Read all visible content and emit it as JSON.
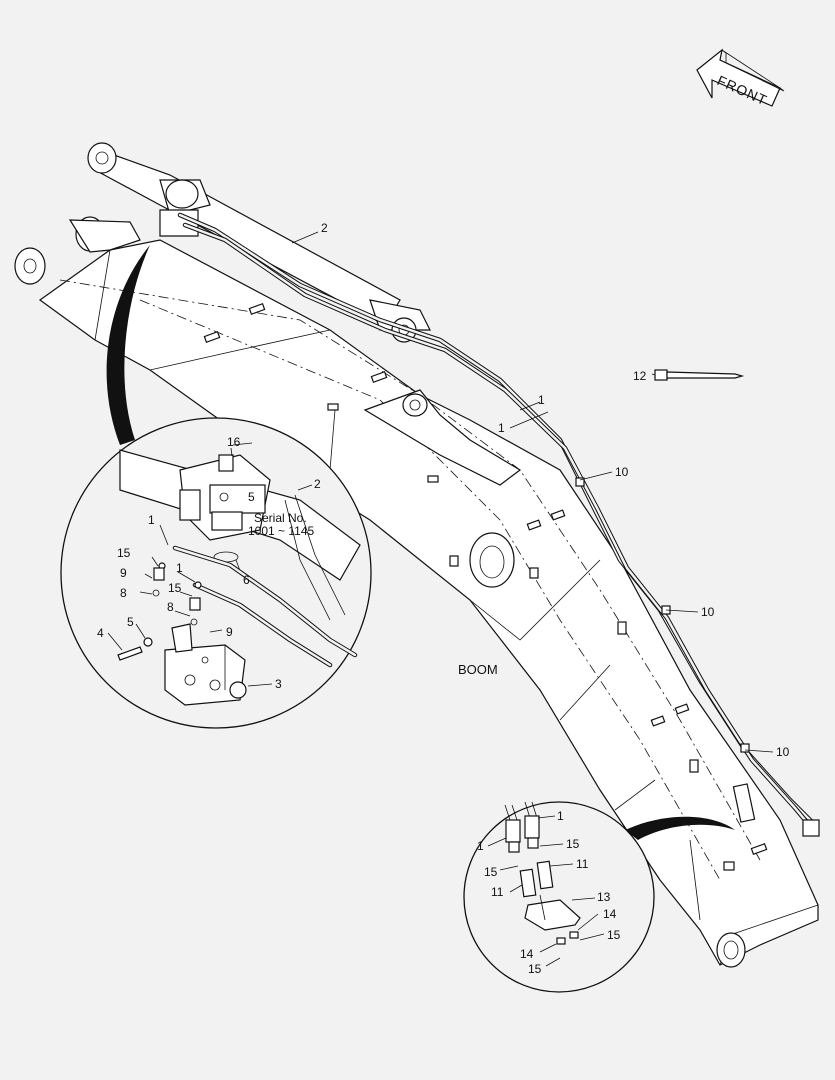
{
  "front_label": "FRONT",
  "boom_label": "BOOM",
  "serial": {
    "line1": "Serial No.",
    "line2": "1001 ~ 1145"
  },
  "callouts": {
    "c1a": "1",
    "c1b": "1",
    "c2": "2",
    "c12": "12",
    "c10a": "10",
    "c10b": "10",
    "c10c": "10",
    "d16": "16",
    "d5a": "5",
    "d2": "2",
    "d1a": "1",
    "d15a": "15",
    "d1b": "1",
    "d9a": "9",
    "d15b": "15",
    "d6": "6",
    "d8a": "8",
    "d8b": "8",
    "d4": "4",
    "d5b": "5",
    "d9b": "9",
    "d3": "3",
    "e1a": "1",
    "e1b": "1",
    "e15a": "15",
    "e15b": "15",
    "e11a": "11",
    "e11b": "11",
    "e13": "13",
    "e14a": "14",
    "e14b": "14",
    "e15c": "15",
    "e15d": "15"
  }
}
